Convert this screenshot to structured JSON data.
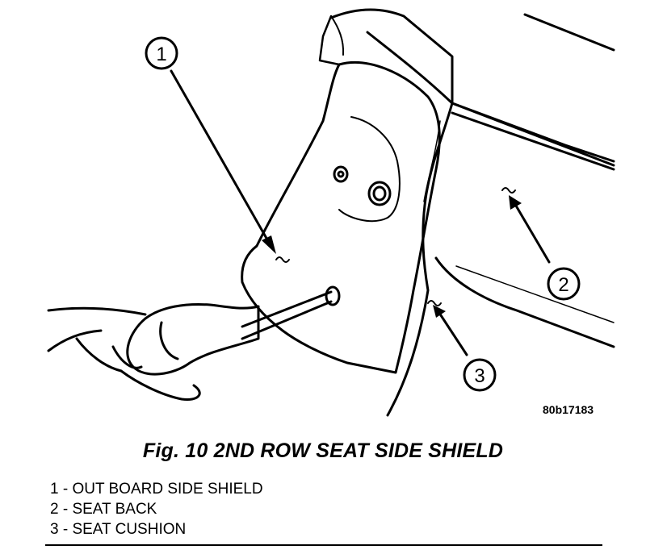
{
  "figure_code": "80b17183",
  "caption": "Fig. 10 2ND ROW SEAT SIDE SHIELD",
  "callouts": [
    "1",
    "2",
    "3"
  ],
  "legend": [
    "1 - OUT BOARD SIDE SHIELD",
    "2 - SEAT BACK",
    "3 - SEAT CUSHION"
  ]
}
